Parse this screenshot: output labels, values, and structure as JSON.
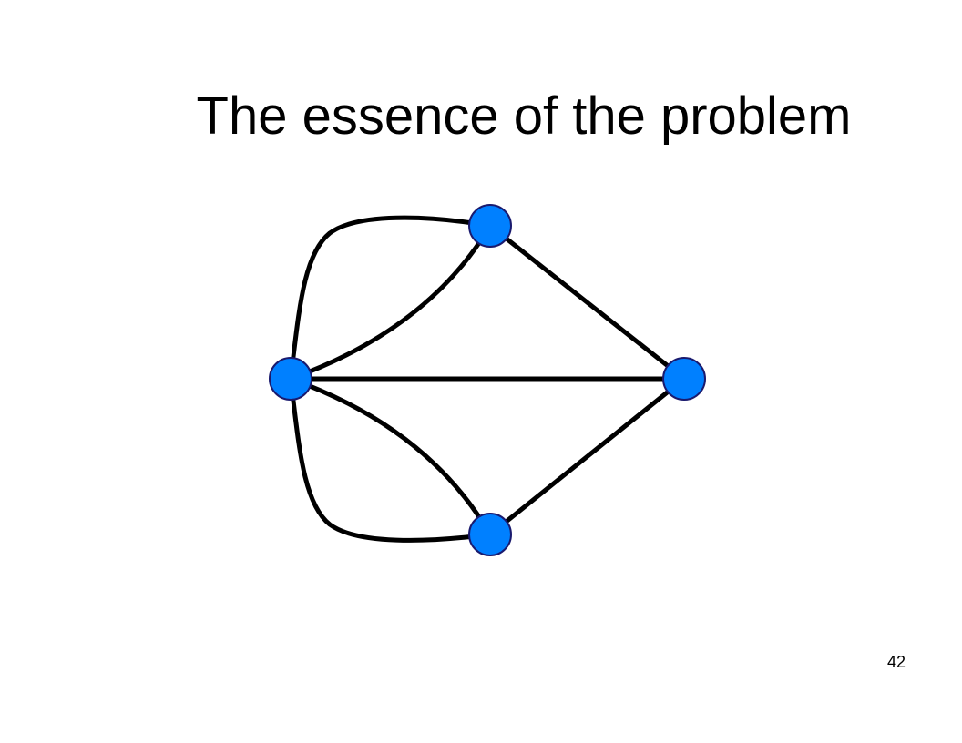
{
  "slide": {
    "title": "The essence of the problem",
    "page_number": "42"
  },
  "graph": {
    "node_color": "#0080ff",
    "node_stroke_color": "#1a1a6e",
    "edge_color": "#000000",
    "nodes": [
      "left",
      "top",
      "right",
      "bottom"
    ],
    "edges": [
      {
        "from": "left",
        "to": "top",
        "shape": "outer-arc"
      },
      {
        "from": "left",
        "to": "top",
        "shape": "inner-arc"
      },
      {
        "from": "left",
        "to": "bottom",
        "shape": "outer-arc"
      },
      {
        "from": "left",
        "to": "bottom",
        "shape": "inner-arc"
      },
      {
        "from": "left",
        "to": "right",
        "shape": "straight"
      },
      {
        "from": "top",
        "to": "right",
        "shape": "straight"
      },
      {
        "from": "bottom",
        "to": "right",
        "shape": "straight"
      }
    ]
  }
}
